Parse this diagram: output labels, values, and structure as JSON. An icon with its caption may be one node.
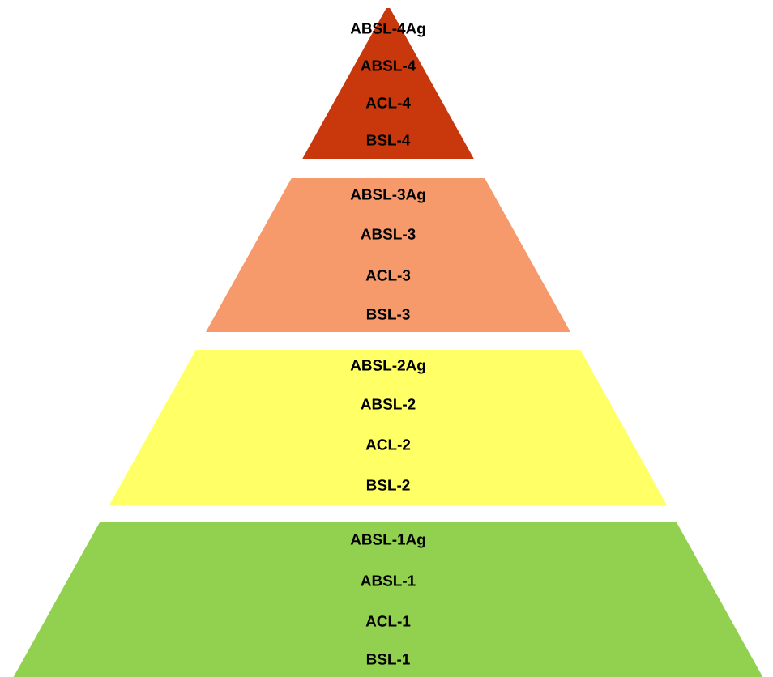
{
  "diagram": {
    "nodes": [
      {
        "text": [
          "ABSL-4Ag"
        ]
      },
      {
        "text": [
          "ABSL-4"
        ]
      },
      {
        "text": [
          "ACL-4"
        ]
      },
      {
        "text": [
          "BSL-4"
        ]
      },
      {
        "text": [
          "ABSL-3Ag"
        ]
      },
      {
        "text": [
          "ABSL-3"
        ]
      },
      {
        "text": [
          "ACL-3"
        ]
      },
      {
        "text": [
          "BSL-3"
        ]
      },
      {
        "text": [
          "ABSL-2Ag"
        ]
      },
      {
        "text": [
          "ABSL-2"
        ]
      },
      {
        "text": [
          "ACL-2"
        ]
      },
      {
        "text": [
          "BSL-2"
        ]
      },
      {
        "text": [
          "ABSL-1Ag"
        ]
      },
      {
        "text": [
          "ABSL-1"
        ]
      },
      {
        "text": [
          "ACL-1"
        ]
      },
      {
        "text": [
          "BSL-1"
        ]
      }
    ]
  }
}
